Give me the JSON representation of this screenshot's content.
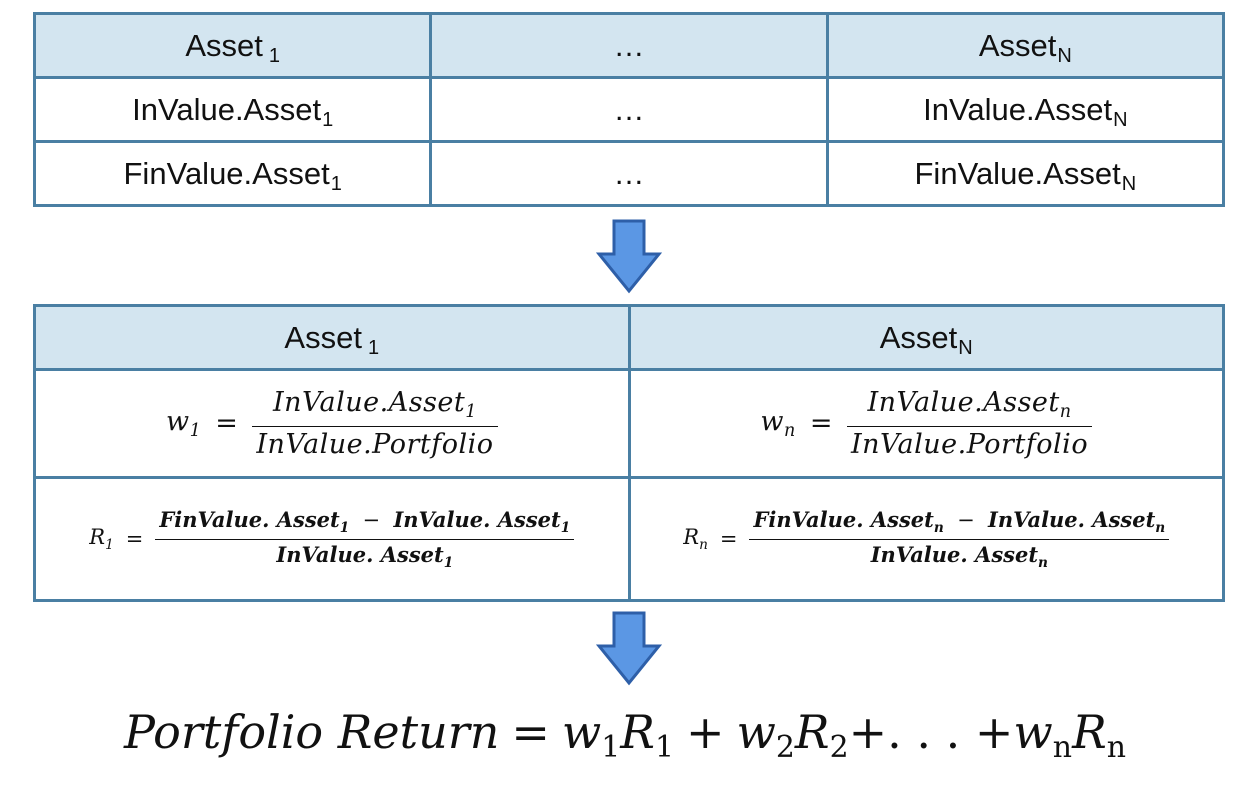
{
  "table1": {
    "headers": [
      {
        "text": "Asset",
        "sub": "1"
      },
      {
        "text": "…"
      },
      {
        "text": "Asset",
        "sub": "N"
      }
    ],
    "rows": [
      [
        {
          "text": "InValue.Asset",
          "sub": "1"
        },
        {
          "text": "…"
        },
        {
          "text": "InValue.Asset",
          "sub": "N"
        }
      ],
      [
        {
          "text": "FinValue.Asset",
          "sub": "1"
        },
        {
          "text": "…"
        },
        {
          "text": "FinValue.Asset",
          "sub": "N"
        }
      ]
    ]
  },
  "table2": {
    "headers": [
      {
        "text": "Asset",
        "sub": "1"
      },
      {
        "text": "Asset",
        "sub": "N"
      }
    ],
    "weights": [
      {
        "lhs": "w",
        "lhs_sub": "1",
        "eq": "=",
        "num": "InValue.Asset",
        "num_sub": "1",
        "den": "InValue.Portfolio"
      },
      {
        "lhs": "w",
        "lhs_sub": "n",
        "eq": "=",
        "num": "InValue.Asset",
        "num_sub": "n",
        "den": "InValue.Portfolio"
      }
    ],
    "returns": [
      {
        "lhs": "R",
        "lhs_sub": "1",
        "eq": "=",
        "num_a": "FinValue. Asset",
        "num_a_sub": "1",
        "minus": "−",
        "num_b": "InValue. Asset",
        "num_b_sub": "1",
        "den": "InValue. Asset",
        "den_sub": "1"
      },
      {
        "lhs": "R",
        "lhs_sub": "n",
        "eq": "=",
        "num_a": "FinValue. Asset",
        "num_a_sub": "n",
        "minus": "−",
        "num_b": "InValue. Asset",
        "num_b_sub": "n",
        "den": "InValue. Asset",
        "den_sub": "n"
      }
    ]
  },
  "formula": {
    "lhs": "Portfolio Return",
    "eq": "=",
    "t1_w": "w",
    "t1_w_sub": "1",
    "t1_r": "R",
    "t1_r_sub": "1",
    "plus1": "+",
    "t2_w": "w",
    "t2_w_sub": "2",
    "t2_r": "R",
    "t2_r_sub": "2",
    "ellipsis": "+. . . +",
    "tn_w": "w",
    "tn_w_sub": "n",
    "tn_r": "R",
    "tn_r_sub": "n"
  },
  "colors": {
    "border": "#4a7fa3",
    "header_fill": "#d3e5f0",
    "arrow_fill": "#5b97e4",
    "arrow_stroke": "#2e5fa8"
  },
  "icons": {
    "arrow": "down-arrow-icon"
  }
}
